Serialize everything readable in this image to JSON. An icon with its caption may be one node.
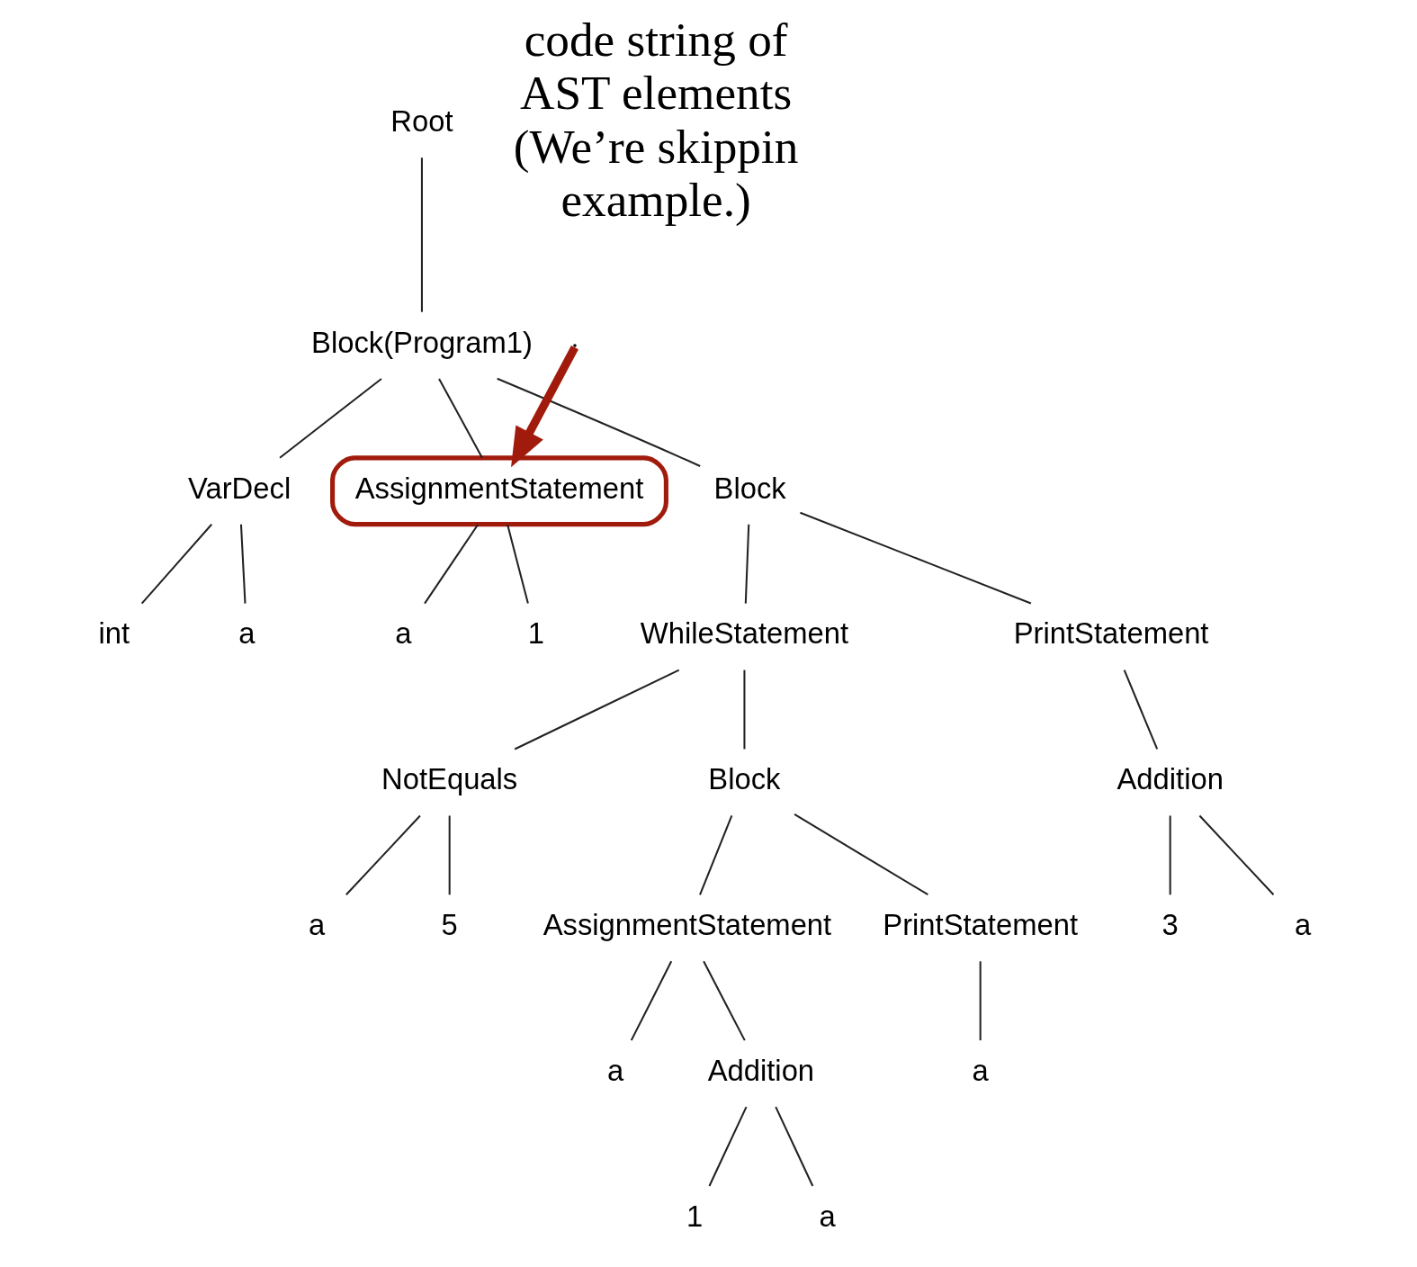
{
  "diagram": {
    "nodes": [
      {
        "text": [
          "Root"
        ]
      },
      {
        "text": [
          "Block(Program1)"
        ]
      },
      {
        "text": [
          "VarDecl"
        ]
      },
      {
        "text": [
          "AssignmentStatement"
        ]
      },
      {
        "text": [
          "Block"
        ]
      },
      {
        "text": [
          "int"
        ]
      },
      {
        "text": [
          "a"
        ]
      },
      {
        "text": [
          "a"
        ]
      },
      {
        "text": [
          "1"
        ]
      },
      {
        "text": [
          "WhileStatement"
        ]
      },
      {
        "text": [
          "PrintStatement"
        ]
      },
      {
        "text": [
          "NotEquals"
        ]
      },
      {
        "text": [
          "Block"
        ]
      },
      {
        "text": [
          "Addition"
        ]
      },
      {
        "text": [
          "a"
        ]
      },
      {
        "text": [
          "5"
        ]
      },
      {
        "text": [
          "AssignmentStatement"
        ]
      },
      {
        "text": [
          "PrintStatement"
        ]
      },
      {
        "text": [
          "3"
        ]
      },
      {
        "text": [
          "a"
        ]
      },
      {
        "text": [
          "a"
        ]
      },
      {
        "text": [
          "Addition"
        ]
      },
      {
        "text": [
          "a"
        ]
      },
      {
        "text": [
          "1"
        ]
      },
      {
        "text": [
          "a"
        ]
      }
    ],
    "edges": [
      {
        "from": 0,
        "to": 1,
        "arrow": "none"
      },
      {
        "from": 1,
        "to": 2,
        "arrow": "none"
      },
      {
        "from": 1,
        "to": 3,
        "arrow": "none"
      },
      {
        "from": 1,
        "to": 4,
        "arrow": "none"
      },
      {
        "from": 2,
        "to": 5,
        "arrow": "none"
      },
      {
        "from": 2,
        "to": 6,
        "arrow": "none"
      },
      {
        "from": 3,
        "to": 7,
        "arrow": "none"
      },
      {
        "from": 3,
        "to": 8,
        "arrow": "none"
      },
      {
        "from": 4,
        "to": 9,
        "arrow": "none"
      },
      {
        "from": 4,
        "to": 10,
        "arrow": "none"
      },
      {
        "from": 9,
        "to": 11,
        "arrow": "none"
      },
      {
        "from": 9,
        "to": 12,
        "arrow": "none"
      },
      {
        "from": 10,
        "to": 13,
        "arrow": "none"
      },
      {
        "from": 11,
        "to": 14,
        "arrow": "none"
      },
      {
        "from": 11,
        "to": 15,
        "arrow": "none"
      },
      {
        "from": 12,
        "to": 16,
        "arrow": "none"
      },
      {
        "from": 12,
        "to": 17,
        "arrow": "none"
      },
      {
        "from": 13,
        "to": 18,
        "arrow": "none"
      },
      {
        "from": 13,
        "to": 19,
        "arrow": "none"
      },
      {
        "from": 16,
        "to": 20,
        "arrow": "none"
      },
      {
        "from": 16,
        "to": 21,
        "arrow": "none"
      },
      {
        "from": 17,
        "to": 22,
        "arrow": "none"
      },
      {
        "from": 21,
        "to": 23,
        "arrow": "none"
      },
      {
        "from": 21,
        "to": 24,
        "arrow": "none"
      },
      {
        "from": null,
        "to": 3,
        "arrow": "to",
        "style": "thick",
        "color": "#a11b0c"
      }
    ],
    "labels": [
      "code string of AST elements (We’re skippin example.)"
    ]
  }
}
